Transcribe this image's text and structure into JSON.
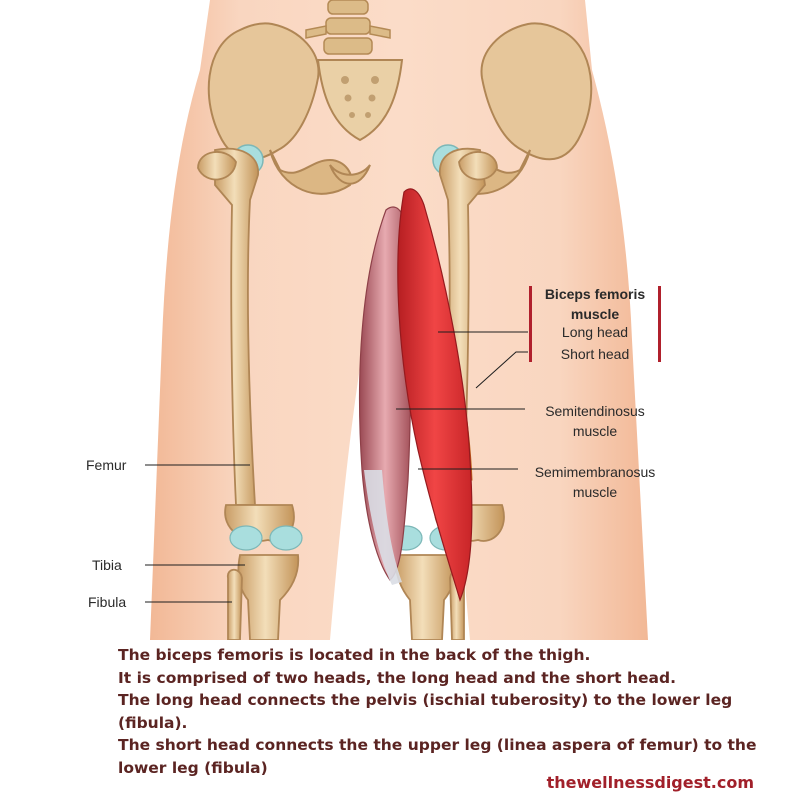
{
  "labels": {
    "biceps_title": "Biceps femoris\nmuscle",
    "long_head": "Long head",
    "short_head": "Short head",
    "semitendinosus": "Semitendinosus\nmuscle",
    "semimembranosus": "Semimembranosus\nmuscle",
    "femur": "Femur",
    "tibia": "Tibia",
    "fibula": "Fibula"
  },
  "caption": [
    "The biceps femoris is located in the back of the thigh.",
    "It is comprised of two heads, the long head and the short head.",
    "The long head connects the pelvis (ischial tuberosity) to the lower leg (fibula).",
    "The short head connects the the upper leg (linea aspera of femur) to the lower leg (fibula)"
  ],
  "watermark": "thewellnessdigest.com",
  "colors": {
    "skin": "#f7cdb3",
    "bone": "#e3c495",
    "bone_shadow": "#b98f5c",
    "cartilage": "#a9dede",
    "muscle_red": "#e32a2a",
    "muscle_pink": "#c46f78",
    "tendon": "#d9dde4",
    "bracket": "#b0202c",
    "caption_text": "#5b2422",
    "watermark": "#a1202a"
  }
}
